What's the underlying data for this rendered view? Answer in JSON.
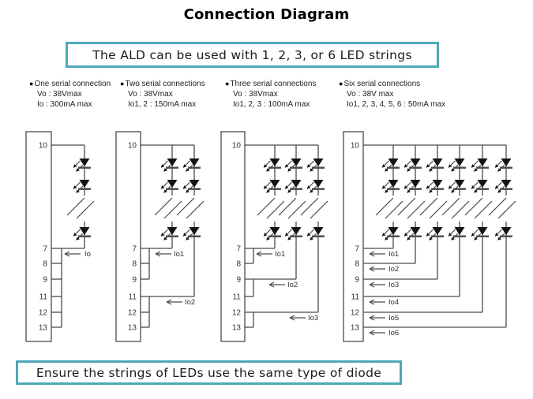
{
  "page": {
    "title": "Connection Diagram",
    "top_note": "The ALD can be used with 1, 2, 3, or 6 LED strings",
    "bottom_note": "Ensure the strings of LEDs use the same type of diode"
  },
  "glyphs": {
    "bullet": "●"
  },
  "colors": {
    "accent": "#4FA8B6",
    "line": "#4a4a4a",
    "led": "#141414",
    "pin_text": "#333333"
  },
  "diagrams": [
    {
      "id": "one-serial",
      "heading": "One serial connection",
      "vo_label": "Vo : 38Vmax",
      "io_label": "Io : 300mA max",
      "top_pin": "10",
      "pins": [
        "7",
        "8",
        "9",
        "11",
        "12",
        "13"
      ],
      "led_strings": 1,
      "string_end_pins": [
        "7"
      ],
      "pin_groups": [
        [
          "7",
          "8",
          "9",
          "11",
          "12",
          "13"
        ]
      ],
      "current_labels": [
        "Io"
      ]
    },
    {
      "id": "two-serial",
      "heading": "Two serial connections",
      "vo_label": "Vo : 38Vmax",
      "io_label": "Io1, 2 : 150mA max",
      "top_pin": "10",
      "pins": [
        "7",
        "8",
        "9",
        "11",
        "12",
        "13"
      ],
      "led_strings": 2,
      "string_end_pins": [
        "7",
        "11"
      ],
      "pin_groups": [
        [
          "7",
          "8",
          "9"
        ],
        [
          "11",
          "12",
          "13"
        ]
      ],
      "current_labels": [
        "Io1",
        "Io2"
      ]
    },
    {
      "id": "three-serial",
      "heading": "Three serial connections",
      "vo_label": "Vo : 38Vmax",
      "io_label": "Io1, 2, 3 : 100mA max",
      "top_pin": "10",
      "pins": [
        "7",
        "8",
        "9",
        "11",
        "12",
        "13"
      ],
      "led_strings": 3,
      "string_end_pins": [
        "7",
        "9",
        "12"
      ],
      "pin_groups": [
        [
          "7",
          "8"
        ],
        [
          "9",
          "11"
        ],
        [
          "12",
          "13"
        ]
      ],
      "current_labels": [
        "Io1",
        "Io2",
        "Io3"
      ]
    },
    {
      "id": "six-serial",
      "heading": "Six serial connections",
      "vo_label": "Vo : 38V max",
      "io_label": "Io1, 2, 3, 4, 5, 6 : 50mA max",
      "top_pin": "10",
      "pins": [
        "7",
        "8",
        "9",
        "11",
        "12",
        "13"
      ],
      "led_strings": 6,
      "string_end_pins": [
        "7",
        "8",
        "9",
        "11",
        "12",
        "13"
      ],
      "pin_groups": [],
      "current_labels": [
        "Io1",
        "Io2",
        "Io3",
        "Io4",
        "Io5",
        "Io6"
      ]
    }
  ]
}
